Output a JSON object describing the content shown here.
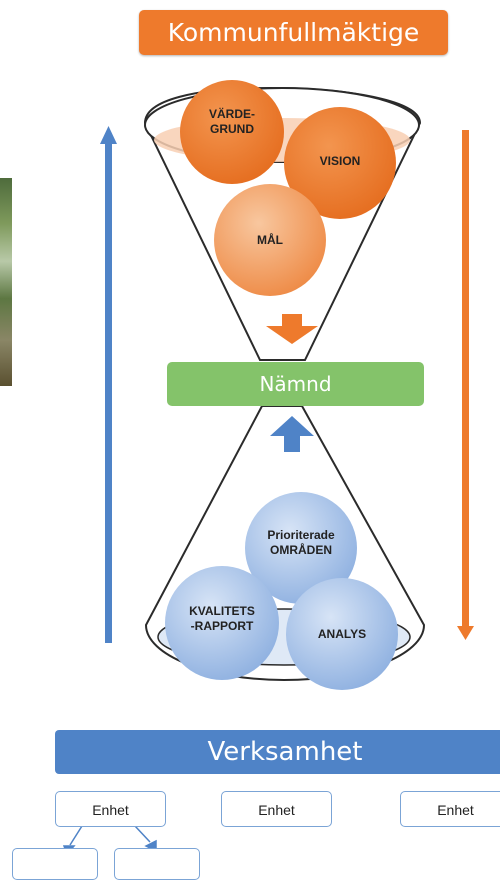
{
  "top_banner": {
    "label": "Kommunfullmäktige"
  },
  "funnel_top": {
    "circles": [
      "VÄRDE-\nGRUND",
      "VISION",
      "MÅL"
    ]
  },
  "middle": {
    "label": "Nämnd"
  },
  "funnel_bottom": {
    "circles": [
      "Prioriterade\nOMRÅDEN",
      "KVALITETS\n-RAPPORT",
      "ANALYS"
    ]
  },
  "bottom_banner": {
    "label": "Verksamhet"
  },
  "units": [
    "Enhet",
    "Enhet",
    "Enhet"
  ],
  "colors": {
    "orange": "#ee7a2c",
    "green": "#84c36a",
    "blue": "#4f83c7",
    "light_orange": "#f3a56b",
    "light_blue": "#9dbbe5"
  }
}
